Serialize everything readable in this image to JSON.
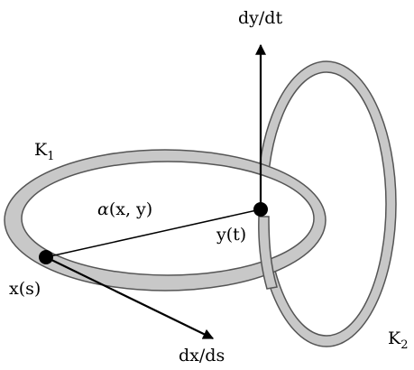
{
  "labels": {
    "k1": "K",
    "k1_sub": "1",
    "k2": "K",
    "k2_sub": "2",
    "alpha_symbol": "α",
    "alpha_args": "(x, y)",
    "x_point": "x(s)",
    "y_point": "y(t)",
    "dx_ds": "dx/ds",
    "dy_dt": "dy/dt"
  },
  "colors": {
    "ring_fill": "#c8c8c8",
    "ring_stroke": "#555555",
    "ink": "#000000"
  }
}
